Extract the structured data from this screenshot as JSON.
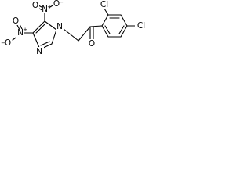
{
  "structure": {
    "atoms": {
      "cl_top": "Cl",
      "cl_right": "Cl",
      "ketone_o": "O",
      "ring_n1": "N",
      "ring_n3": "N",
      "nitro_top_n": "N",
      "nitro_top_o_left": "O",
      "nitro_top_o_right": "O",
      "nitro_left_n": "N",
      "nitro_left_o_top": "O",
      "nitro_left_o_bottom": "O"
    },
    "charges": {
      "nitro_top_n": "+",
      "nitro_top_o": "−",
      "nitro_left_n": "+",
      "nitro_left_o": "−"
    }
  }
}
